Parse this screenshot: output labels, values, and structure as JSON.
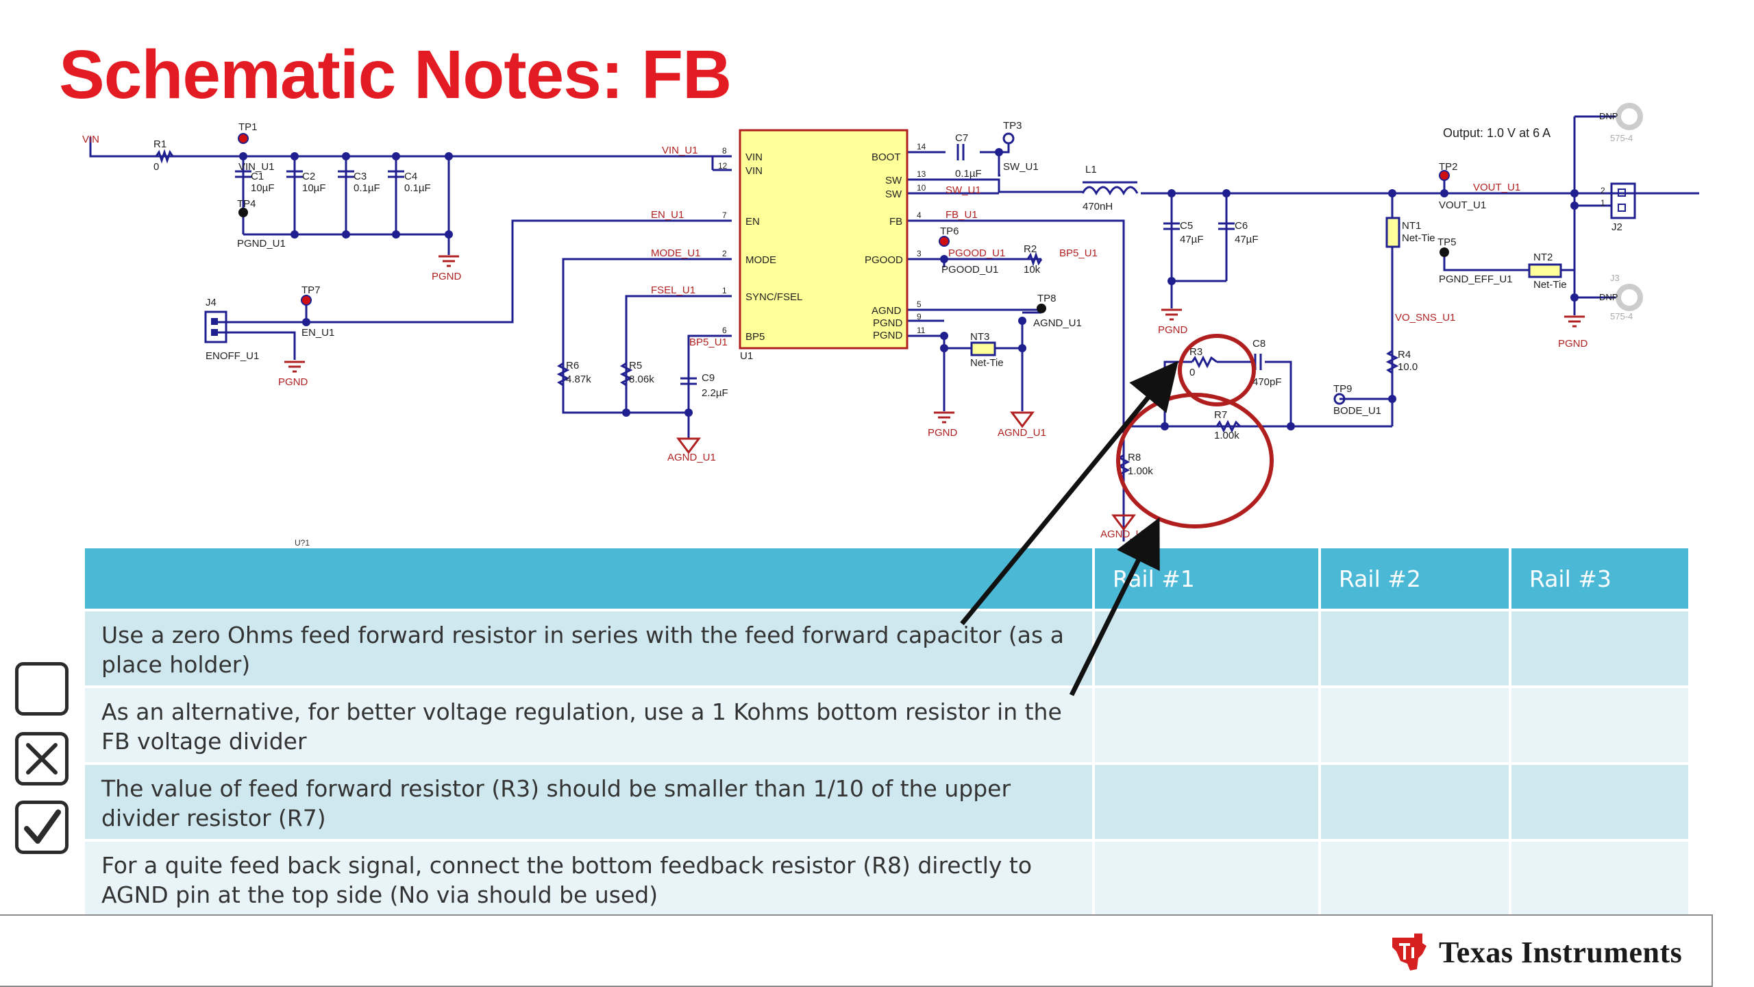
{
  "slide": {
    "title": "Schematic Notes: FB"
  },
  "schematic": {
    "labels": {
      "vin": "VIN",
      "r1": "R1",
      "r1_val": "0",
      "tp1": "TP1",
      "vin_u1": "VIN_U1",
      "c1": "C1",
      "c1_val": "10µF",
      "c2": "C2",
      "c2_val": "10µF",
      "c3": "C3",
      "c3_val": "0.1µF",
      "c4": "C4",
      "c4_val": "0.1µF",
      "tp4": "TP4",
      "pgnd_u1": "PGND_U1",
      "pgnd": "PGND",
      "vin_u1_net": "VIN_U1",
      "en_u1": "EN_U1",
      "mode_u1": "MODE_U1",
      "fsel_u1": "FSEL_U1",
      "bp5_u1": "BP5_U1",
      "u1": "U1",
      "pin_vin1": "VIN",
      "pin_vin2": "VIN",
      "pin_en": "EN",
      "pin_mode": "MODE",
      "pin_sync": "SYNC/FSEL",
      "pin_bp5": "BP5",
      "pin_boot": "BOOT",
      "pin_sw1": "SW",
      "pin_sw2": "SW",
      "pin_fb": "FB",
      "pin_pgood": "PGOOD",
      "pin_agnd": "AGND",
      "pin_pgnd1": "PGND",
      "pin_pgnd2": "PGND",
      "n8": "8",
      "n12": "12",
      "n7": "7",
      "n2": "2",
      "n1": "1",
      "n6": "6",
      "n14": "14",
      "n13": "13",
      "n10": "10",
      "n4": "4",
      "n3": "3",
      "n5": "5",
      "n9": "9",
      "n11": "11",
      "j4": "J4",
      "tp7": "TP7",
      "en_u1_b": "EN_U1",
      "enoff_u1": "ENOFF_U1",
      "r6": "R6",
      "r6_val": "4.87k",
      "r5": "R5",
      "r5_val": "8.06k",
      "c9": "C9",
      "c9_val": "2.2µF",
      "agnd_u1": "AGND_U1",
      "c7": "C7",
      "c7_val": "0.1µF",
      "tp3": "TP3",
      "sw_u1": "SW_U1",
      "sw_u1_net": "SW_U1",
      "fb_u1": "FB_U1",
      "tp6": "TP6",
      "pgood_u1": "PGOOD_U1",
      "pgood_u1_b": "PGOOD_U1",
      "r2": "R2",
      "r2_val": "10k",
      "bp5_u1_b": "BP5_U1",
      "tp8": "TP8",
      "agnd_u1_b": "AGND_U1",
      "nt3": "NT3",
      "nettie": "Net-Tie",
      "pgnd_b": "PGND",
      "agnd_u1_c": "AGND_U1",
      "l1": "L1",
      "l1_val": "470nH",
      "c5": "C5",
      "c5_val": "47µF",
      "c6": "C6",
      "c6_val": "47µF",
      "pgnd_c": "PGND",
      "output": "Output: 1.0 V at 6 A",
      "tp2": "TP2",
      "vout_u1": "VOUT_U1",
      "vout_u1_b": "VOUT_U1",
      "nt1": "NT1",
      "nettie_b": "Net-Tie",
      "tp5": "TP5",
      "pgnd_eff_u1": "PGND_EFF_U1",
      "nt2": "NT2",
      "nettie_c": "Net-Tie",
      "dnp1": "DNP",
      "dnp2": "DNP",
      "p5754a": "575-4",
      "p5754b": "575-4",
      "j2": "J2",
      "j2_p2": "2",
      "j2_p1": "1",
      "j3": "J3",
      "pgnd_d": "PGND",
      "vo_sns_u1": "VO_SNS_U1",
      "r4": "R4",
      "r4_val": "10.0",
      "r3": "R3",
      "r3_val": "0",
      "c8": "C8",
      "c8_val": "470pF",
      "tp9": "TP9",
      "bode_u1": "BODE_U1",
      "r7": "R7",
      "r7_val": "1.00k",
      "r8": "R8",
      "r8_val": "1.00k",
      "agnd_u1_d": "AGND_U1",
      "u_cut": "U?1"
    }
  },
  "checklist_legend": {
    "icons": [
      "empty-checkbox-icon",
      "x-checkbox-icon",
      "check-checkbox-icon"
    ]
  },
  "table": {
    "headers": [
      "",
      "Rail #1",
      "Rail #2",
      "Rail #3"
    ],
    "rows": [
      {
        "note": "Use a zero Ohms feed forward resistor in series with the feed forward capacitor (as a place holder)",
        "rail1": "",
        "rail2": "",
        "rail3": ""
      },
      {
        "note": "As an alternative, for better voltage regulation, use a 1 Kohms bottom resistor in the FB voltage divider",
        "rail1": "",
        "rail2": "",
        "rail3": ""
      },
      {
        "note": "The value of feed forward resistor (R3) should be smaller than 1/10 of the upper divider resistor (R7)",
        "rail1": "",
        "rail2": "",
        "rail3": ""
      },
      {
        "note": "For a quite feed back signal, connect the bottom feedback resistor (R8) directly to AGND pin at the top side (No via should be used)",
        "rail1": "",
        "rail2": "",
        "rail3": ""
      }
    ]
  },
  "footer": {
    "brand": "Texas Instruments"
  },
  "colors": {
    "title_red": "#e31b23",
    "header_blue": "#4bb9d6",
    "row_light": "#e8f4f8",
    "row_mid": "#cfe8f0",
    "wire_blue": "#1f1f8f",
    "net_red": "#b02020",
    "ic_fill": "#ffff99",
    "annotation_red": "#b01e1e"
  }
}
